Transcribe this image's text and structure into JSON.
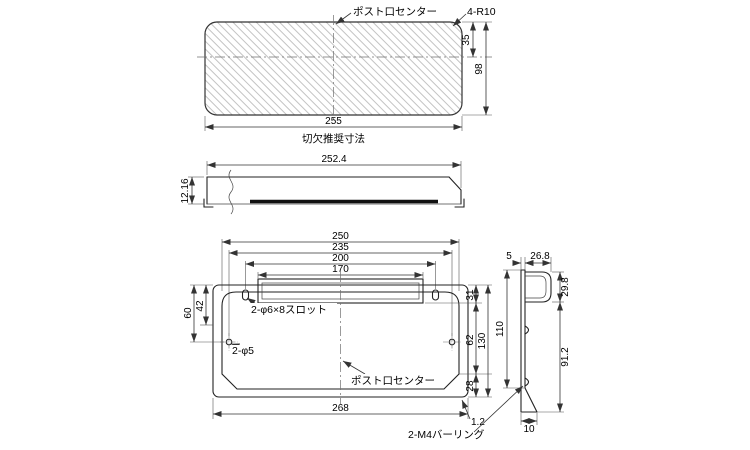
{
  "views": {
    "top": {
      "post_center_label": "ポスト口センター",
      "corner_radius": "4-R10",
      "dim_center_offset": "35",
      "dim_height": "98",
      "dim_width": "255",
      "caption": "切欠推奨寸法"
    },
    "side": {
      "dim_width": "252.4",
      "dim_height": "12.16"
    },
    "front": {
      "dim_w_250": "250",
      "dim_w_235": "235",
      "dim_w_200": "200",
      "dim_w_170": "170",
      "dim_left_60": "60",
      "dim_left_42": "42",
      "dim_right_31": "31",
      "dim_right_62": "62",
      "dim_right_130": "130",
      "dim_right_28": "28",
      "dim_bottom_268": "268",
      "dim_thickness": "1.2",
      "slot_label": "2-φ6×8スロット",
      "hole_label": "2-φ5",
      "post_center_label": "ポスト口センター"
    },
    "right": {
      "dim_5": "5",
      "dim_26_8": "26.8",
      "dim_29_8": "29.8",
      "dim_110": "110",
      "dim_91_2": "91.2",
      "dim_10": "10",
      "burring_label": "2-M4バーリング"
    }
  }
}
